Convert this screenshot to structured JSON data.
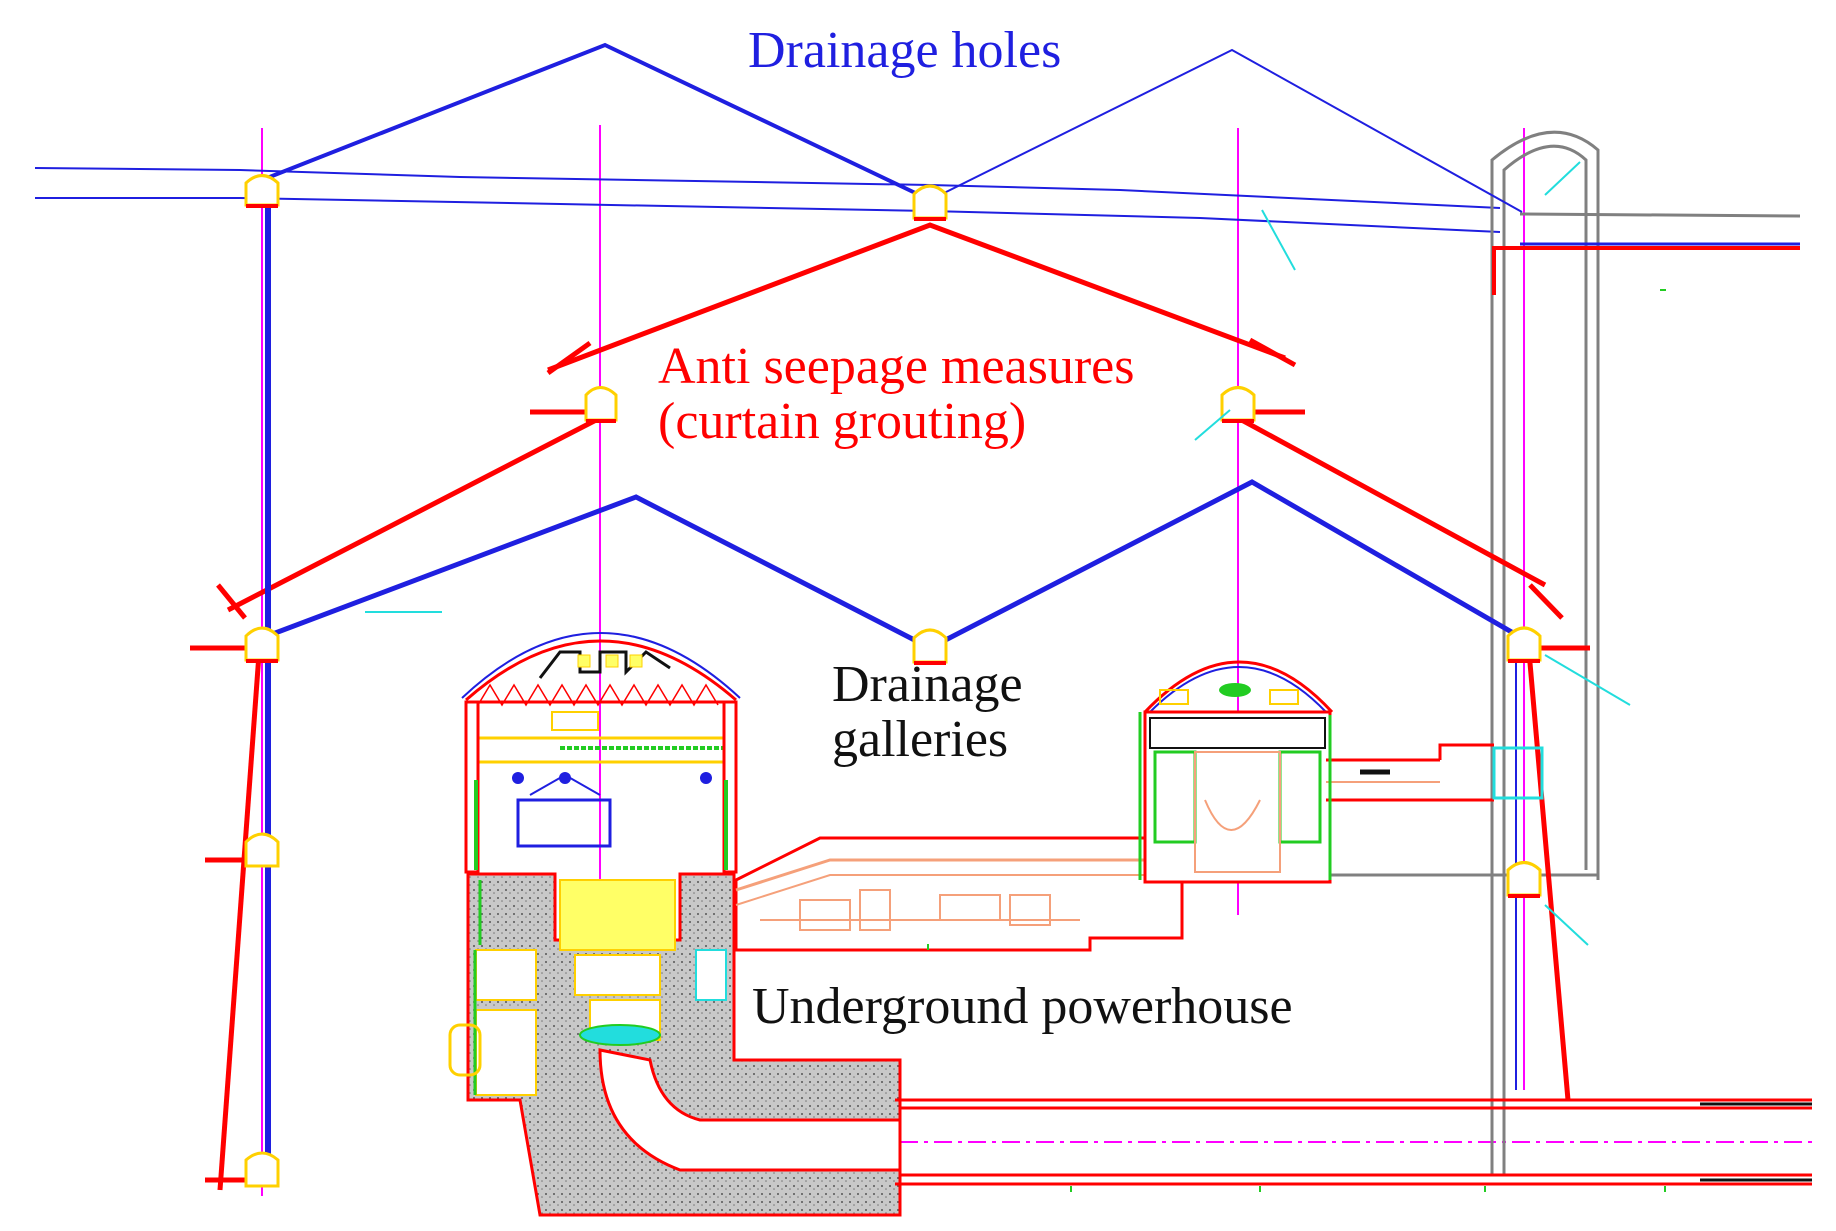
{
  "labels": {
    "drainage_holes": "Drainage holes",
    "anti_seepage_line1": "Anti seepage measures",
    "anti_seepage_line2": "(curtain grouting)",
    "drainage_galleries_line1": "Drainage",
    "drainage_galleries_line2": "galleries",
    "underground_powerhouse": "Underground powerhouse"
  },
  "colors": {
    "drainage": "#1f1fe0",
    "grouting": "#ff0000",
    "axis": "#ff00ff",
    "dark_text": "#111111",
    "gallery_outline": "#ffd000",
    "cavern_fill": "#ffff33",
    "concrete": "#bdbdbd",
    "piping": "#f5a07a",
    "shaft": "#808080",
    "green_detail": "#22cc22",
    "cyan_detail": "#22dddd"
  }
}
